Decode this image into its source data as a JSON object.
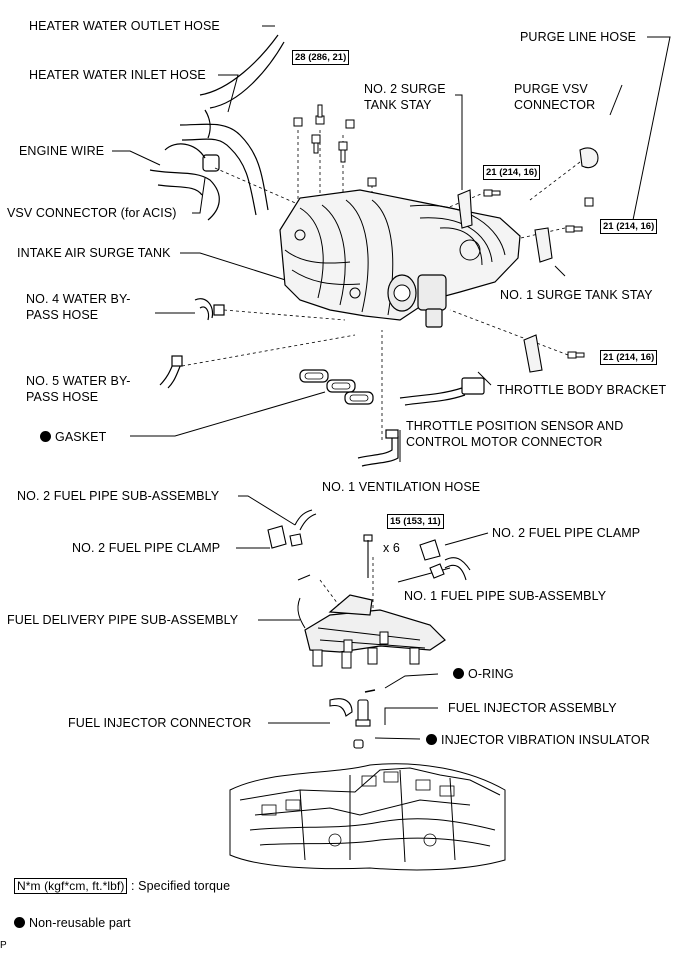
{
  "labels": {
    "heater_outlet": "HEATER WATER OUTLET HOSE",
    "heater_inlet": "HEATER WATER INLET HOSE",
    "engine_wire": "ENGINE WIRE",
    "vsv_connector": "VSV CONNECTOR (for ACIS)",
    "intake_surge_tank": "INTAKE AIR SURGE TANK",
    "no4_bypass": "NO. 4 WATER BY-PASS HOSE",
    "no5_bypass": "NO. 5 WATER BY-PASS HOSE",
    "gasket": "GASKET",
    "purge_line": "PURGE LINE HOSE",
    "purge_vsv": "PURGE VSV CONNECTOR",
    "no2_stay": "NO. 2 SURGE TANK STAY",
    "no1_stay": "NO. 1 SURGE TANK STAY",
    "throttle_bracket": "THROTTLE BODY BRACKET",
    "tps_connector": "THROTTLE POSITION SENSOR AND CONTROL MOTOR CONNECTOR",
    "no1_vent": "NO. 1 VENTILATION HOSE",
    "no2_fuel_pipe_sub": "NO. 2 FUEL PIPE SUB-ASSEMBLY",
    "no2_fuel_clamp_left": "NO. 2 FUEL PIPE CLAMP",
    "no2_fuel_clamp_right": "NO. 2 FUEL PIPE CLAMP",
    "no1_fuel_pipe_sub": "NO. 1 FUEL PIPE SUB-ASSEMBLY",
    "fuel_delivery": "FUEL DELIVERY PIPE SUB-ASSEMBLY",
    "o_ring": "O-RING",
    "fuel_injector_assembly": "FUEL INJECTOR ASSEMBLY",
    "fuel_injector_connector": "FUEL INJECTOR CONNECTOR",
    "injector_insulator": "INJECTOR VIBRATION INSULATOR"
  },
  "torques": {
    "t28": "28 (286, 21)",
    "t21a": "21 (214, 16)",
    "t21b": "21 (214, 16)",
    "t21c": "21 (214, 16)",
    "t15": "15 (153, 11)"
  },
  "multiplier": "x 6",
  "legend": {
    "torque_box": "N*m (kgf*cm, ft.*lbf)",
    "torque_text": ": Specified torque",
    "nonreusable_text": "Non-reusable part"
  },
  "corner_mark": "P"
}
